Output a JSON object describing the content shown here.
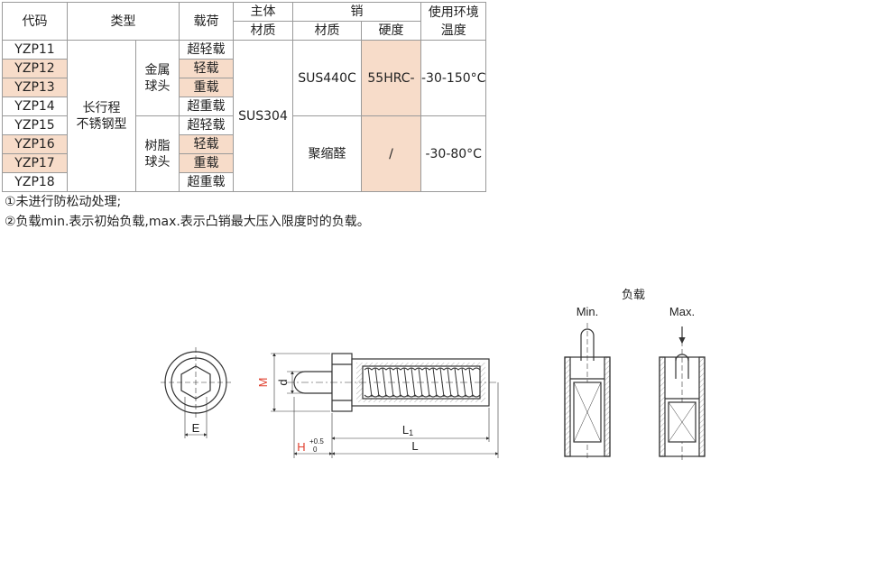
{
  "table": {
    "headers": {
      "code": "代码",
      "type": "类型",
      "load": "载荷",
      "body_group": "主体",
      "body_material": "材质",
      "pin_group": "销",
      "pin_material": "材质",
      "pin_hardness": "硬度",
      "temp": "使用环境\n温度"
    },
    "codes": [
      "YZP11",
      "YZP12",
      "YZP13",
      "YZP14",
      "YZP15",
      "YZP16",
      "YZP17",
      "YZP18"
    ],
    "highlight_rows": [
      1,
      2,
      5,
      6
    ],
    "type_main": "长行程\n不锈钢型",
    "type_groups": [
      "金属\n球头",
      "树脂\n球头"
    ],
    "loads": [
      "超轻载",
      "轻载",
      "重载",
      "超重载",
      "超轻载",
      "轻载",
      "重载",
      "超重载"
    ],
    "body_material": "SUS304",
    "pin_materials": [
      "SUS440C",
      "聚缩醛"
    ],
    "pin_hardness": [
      "55HRC-",
      "/"
    ],
    "temps": [
      "-30-150°C",
      "-30-80°C"
    ],
    "highlight_color": "#f7dcc9"
  },
  "notes": [
    "①未进行防松动处理;",
    "②负载min.表示初始负载,max.表示凸销最大压入限度时的负载。"
  ],
  "drawing": {
    "label_E": "E",
    "label_M": "M",
    "label_d": "d",
    "label_L1": "L",
    "label_L1_sub": "1",
    "label_L": "L",
    "label_H": "H",
    "label_H_tol_upper": "+0.5",
    "label_H_tol_lower": "0",
    "load_title": "负载",
    "load_min": "Min.",
    "load_max": "Max.",
    "accent_color": "#e0402f"
  }
}
